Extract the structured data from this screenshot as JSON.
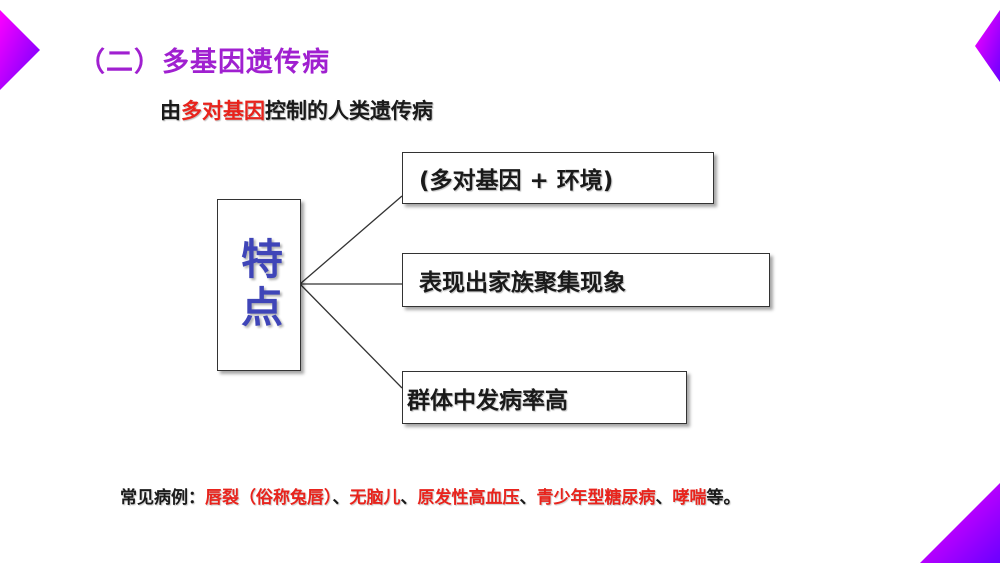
{
  "header": {
    "title": "（二）多基因遗传病"
  },
  "subtitle": {
    "prefix": "由",
    "highlight": "多对基因",
    "suffix": "控制的人类遗传病"
  },
  "diagram": {
    "main_label": "特点",
    "branches": [
      "(多对基因 + 环境)",
      "表现出家族聚集现象",
      "群体中发病率高"
    ]
  },
  "examples": {
    "label": "常见病例：",
    "items": [
      "唇裂（俗称兔唇）",
      "无脑儿",
      "原发性高血压",
      "青少年型糖尿病",
      "哮喘"
    ],
    "separator": "、",
    "suffix": "等。"
  },
  "colors": {
    "title": "#a020d0",
    "highlight": "#e8231c",
    "main_label": "#3f45b8",
    "deco_gradient": [
      "#ff00ff",
      "#6a00ff"
    ]
  }
}
